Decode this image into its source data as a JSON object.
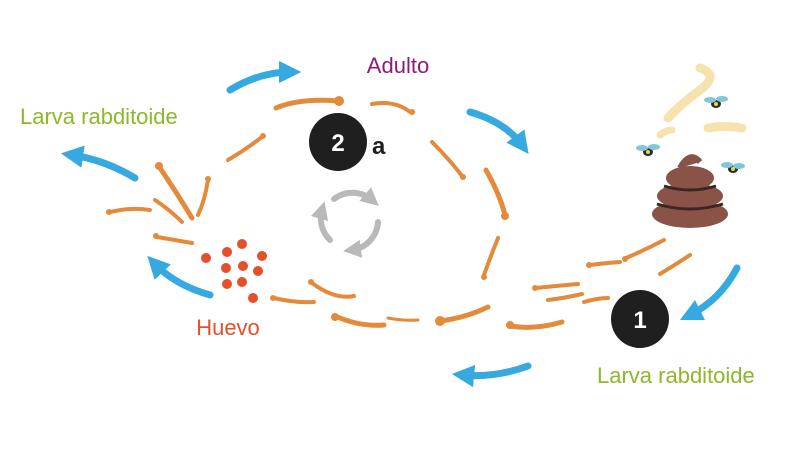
{
  "labels": {
    "adulto": "Adulto",
    "larva_left": "Larva rabditoide",
    "larva_right": "Larva rabditoide",
    "huevo": "Huevo"
  },
  "badges": {
    "two": "2",
    "two_suffix": "a",
    "one": "1"
  },
  "icons": [
    "feces-icon",
    "fly-icon",
    "cycle-arrows-icon",
    "cycle-arrow-icon",
    "egg-icon",
    "larva-icon"
  ],
  "colors": {
    "cycle_arrow": "#35a9e0",
    "larva": "#e48a3b",
    "egg": "#e4502a",
    "adulto_text": "#8b1d78",
    "larva_text": "#8cb82a",
    "huevo_text": "#e4502a",
    "badge": "#1f1f1f",
    "feces": "#8a5347",
    "odor": "#f6e2ad",
    "inner_cycle": "#b9b9b9"
  }
}
